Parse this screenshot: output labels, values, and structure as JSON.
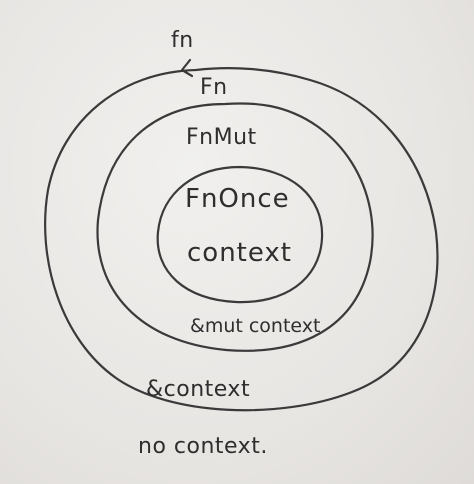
{
  "diagram": {
    "labels": {
      "outer_ring_name": "fn",
      "ring_fn": "Fn",
      "ring_fnmut": "FnMut",
      "ring_fnonce": "FnOnce",
      "inner_context": "context",
      "mut_context": "&mut context",
      "ref_context": "&context",
      "no_context": "no context."
    },
    "colors": {
      "ink": "#2e2e2e",
      "paper": "#ecebe9"
    }
  }
}
